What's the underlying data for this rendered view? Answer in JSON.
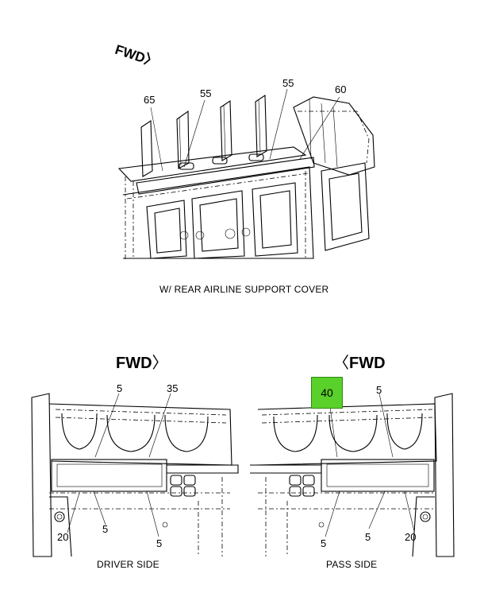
{
  "fwd_label": "FWD",
  "top_view": {
    "caption": "W/ REAR AIRLINE SUPPORT COVER",
    "callouts": [
      "65",
      "55",
      "55",
      "60"
    ]
  },
  "driver_view": {
    "caption": "DRIVER SIDE",
    "callouts": [
      "5",
      "35",
      "20",
      "5",
      "5"
    ]
  },
  "pass_view": {
    "caption": "PASS SIDE",
    "highlight_callout": "40",
    "highlight_color": "#5ad02a",
    "callouts": [
      "5",
      "5",
      "5",
      "20"
    ]
  }
}
